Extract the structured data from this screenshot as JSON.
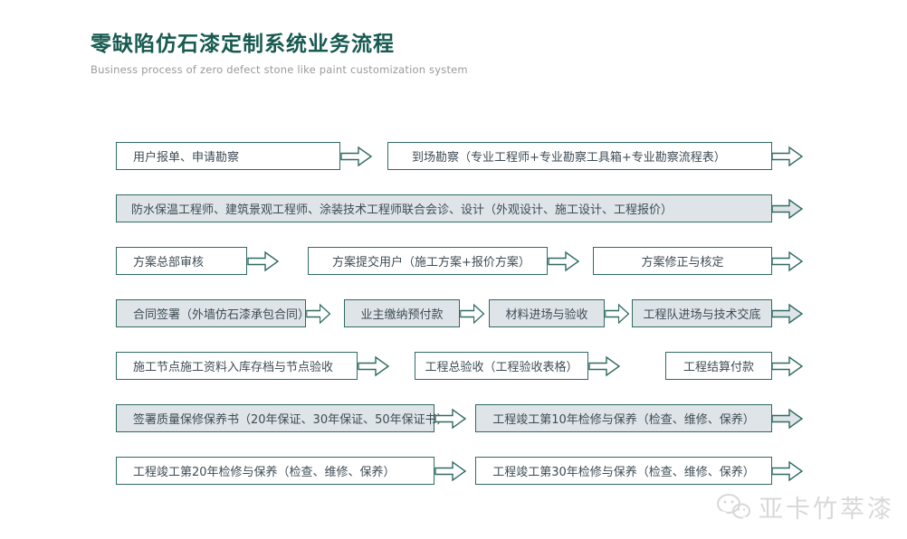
{
  "header": {
    "title": "零缺陷仿石漆定制系统业务流程",
    "subtitle": "Business process of zero defect stone like paint customization system"
  },
  "colors": {
    "accent_teal": "#175a50",
    "box_border": "#2f6b63",
    "gray_fill": "#dee4e8",
    "box_text": "#3e4c55",
    "subtitle_text": "#9a9a9a",
    "watermark": "#d8d8d8"
  },
  "flow": {
    "rows": [
      {
        "fill": "white",
        "boxes": [
          {
            "label": "用户报单、申请勘察"
          },
          {
            "label": "到场勘察（专业工程师+专业勘察工具箱+专业勘察流程表）"
          }
        ]
      },
      {
        "fill": "gray",
        "boxes": [
          {
            "label": "防水保温工程师、建筑景观工程师、涂装技术工程师联合会诊、设计（外观设计、施工设计、工程报价）"
          }
        ]
      },
      {
        "fill": "white",
        "boxes": [
          {
            "label": "方案总部审核"
          },
          {
            "label": "方案提交用户（施工方案+报价方案）"
          },
          {
            "label": "方案修正与核定"
          }
        ]
      },
      {
        "fill": "gray",
        "boxes": [
          {
            "label": "合同签署（外墙仿石漆承包合同）"
          },
          {
            "label": "业主缴纳预付款"
          },
          {
            "label": "材料进场与验收"
          },
          {
            "label": "工程队进场与技术交底"
          }
        ]
      },
      {
        "fill": "white",
        "boxes": [
          {
            "label": "施工节点施工资料入库存档与节点验收"
          },
          {
            "label": "工程总验收（工程验收表格）"
          },
          {
            "label": "工程结算付款"
          }
        ]
      },
      {
        "fill": "gray",
        "boxes": [
          {
            "label": "签署质量保修保养书（20年保证、30年保证、50年保证书）"
          },
          {
            "label": "工程竣工第10年检修与保养（检查、维修、保养）"
          }
        ]
      },
      {
        "fill": "white",
        "boxes": [
          {
            "label": "工程竣工第20年检修与保养（检查、维修、保养）"
          },
          {
            "label": "工程竣工第30年检修与保养（检查、维修、保养）"
          }
        ]
      }
    ]
  },
  "watermark": {
    "brand": "亚卡竹萃漆",
    "icon": "wechat-icon"
  }
}
